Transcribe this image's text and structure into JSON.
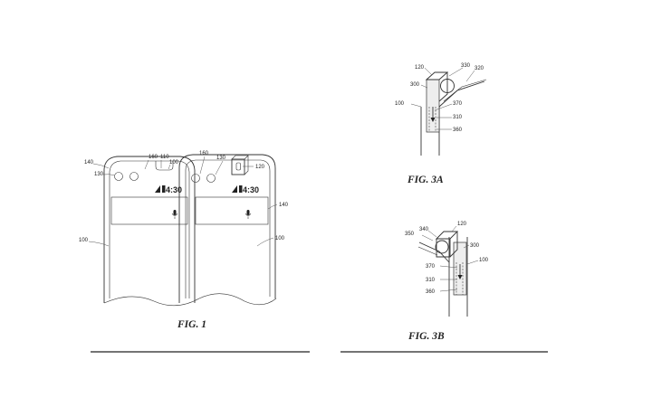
{
  "figures": {
    "fig1": {
      "caption": "FIG. 1",
      "refs": [
        "140",
        "130",
        "160",
        "110",
        "100",
        "160",
        "130",
        "120",
        "140",
        "100",
        "100"
      ],
      "status_time": "4:30"
    },
    "fig3a": {
      "caption": "FIG. 3A",
      "refs": [
        "120",
        "330",
        "320",
        "300",
        "100",
        "370",
        "310",
        "360"
      ]
    },
    "fig3b": {
      "caption": "FIG. 3B",
      "refs": [
        "120",
        "340",
        "350",
        "300",
        "100",
        "370",
        "310",
        "360"
      ]
    }
  },
  "icons": [
    "signal-icon",
    "battery-icon",
    "microphone-icon",
    "camera-icon"
  ]
}
